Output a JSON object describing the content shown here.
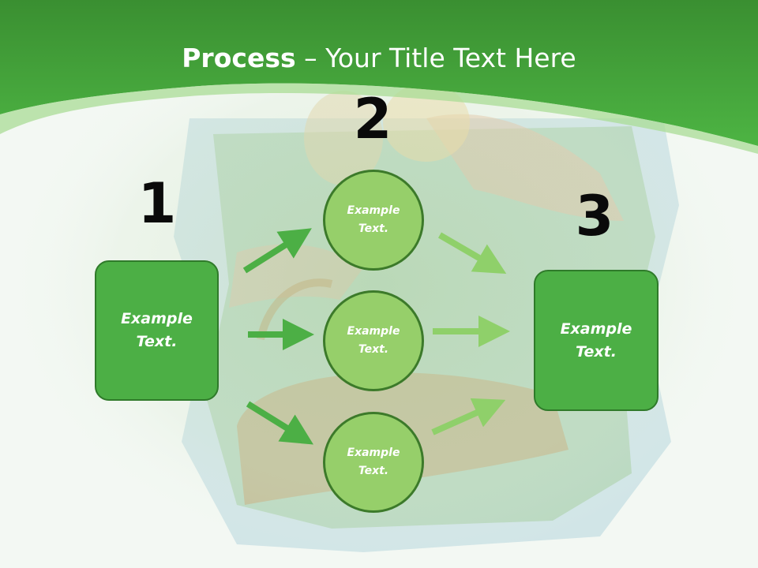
{
  "slide": {
    "title_bold": "Process",
    "title_rest": " – Your Title Text Here"
  },
  "steps": {
    "one": "1",
    "two": "2",
    "three": "3"
  },
  "left_box": {
    "text": "Example\nText."
  },
  "right_box": {
    "text": "Example\nText."
  },
  "circles": [
    {
      "text": "Example\nText."
    },
    {
      "text": "Example\nText."
    },
    {
      "text": "Example\nText."
    }
  ],
  "colors": {
    "header_green": "#3f9a35",
    "box_green": "#4caf45",
    "circle_green": "#96cf6a",
    "arrow_dark": "#4caf45",
    "arrow_light": "#8fd06a"
  }
}
